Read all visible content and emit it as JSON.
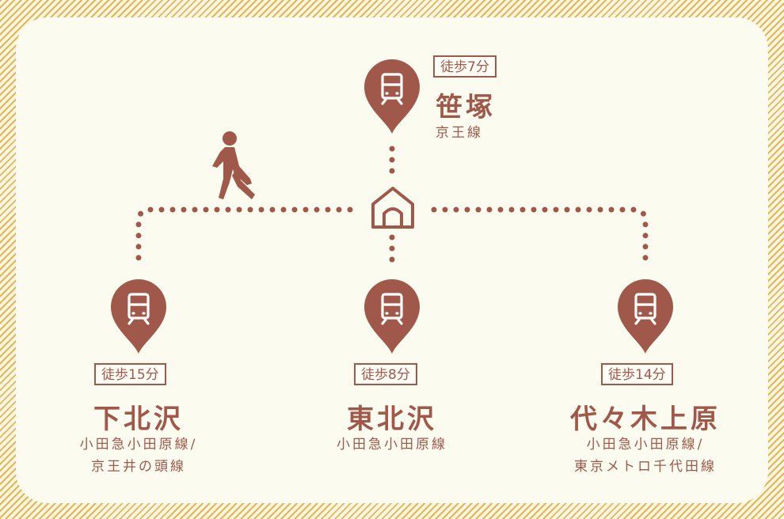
{
  "colors": {
    "accent": "#a0584a",
    "background": "#fcfbf0",
    "stripe": "#e8b64a"
  },
  "icons": {
    "home": "house-icon",
    "walker": "walking-person-icon",
    "station": "train-pin-icon"
  },
  "stations": [
    {
      "id": "sasazuka",
      "walk": "徒歩7分",
      "name": "笹塚",
      "lines": [
        "京王線"
      ]
    },
    {
      "id": "shimokitazawa",
      "walk": "徒歩15分",
      "name": "下北沢",
      "lines": [
        "小田急小田原線/",
        "京王井の頭線"
      ]
    },
    {
      "id": "higashikitazawa",
      "walk": "徒歩8分",
      "name": "東北沢",
      "lines": [
        "小田急小田原線"
      ]
    },
    {
      "id": "yoyogiuehara",
      "walk": "徒歩14分",
      "name": "代々木上原",
      "lines": [
        "小田急小田原線/",
        "東京メトロ千代田線"
      ]
    }
  ]
}
